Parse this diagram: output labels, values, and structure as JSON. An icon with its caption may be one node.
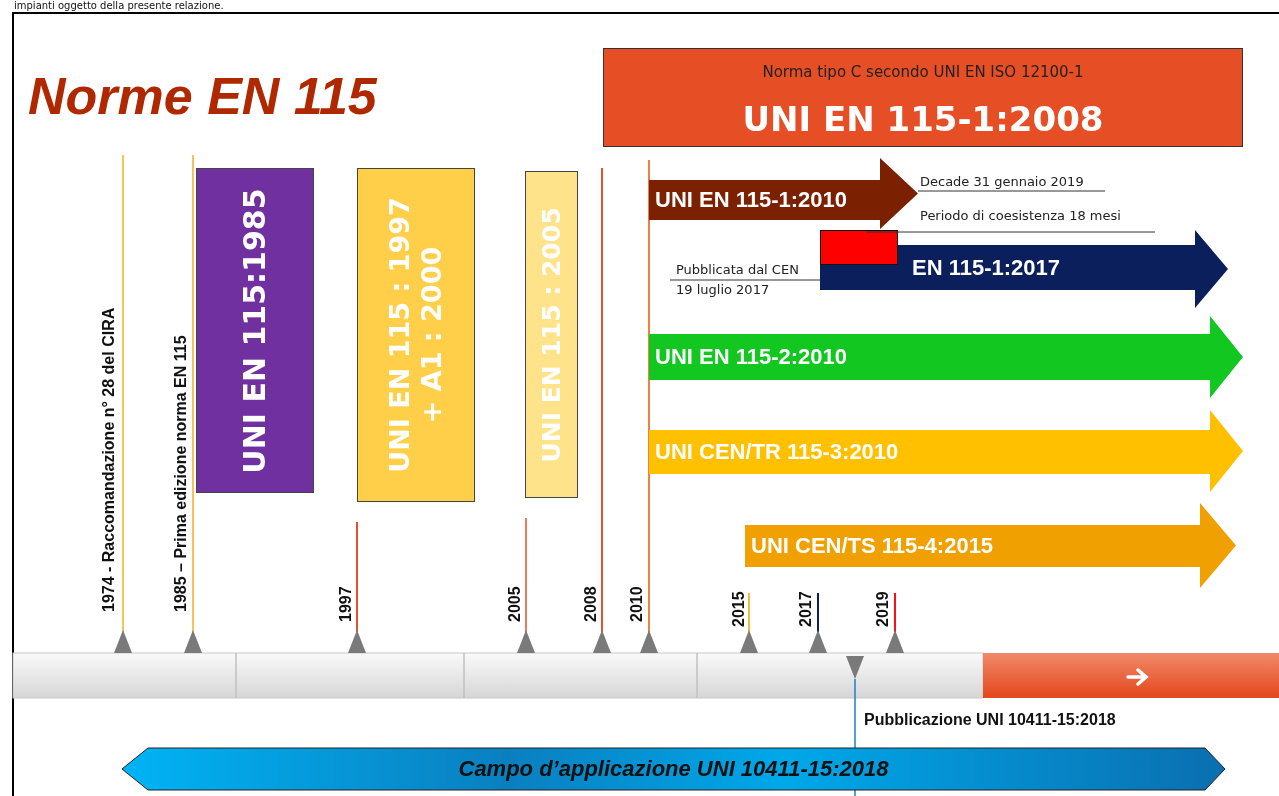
{
  "diagram": {
    "title": "Norme EN 115",
    "nodes": [
      {
        "text": [
          "Norma tipo C secondo UNI EN ISO 12100-1",
          "UNI EN 115-1:2008"
        ]
      },
      {
        "text": [
          "UNI EN 115:1985"
        ]
      },
      {
        "text": [
          "UNI EN 115 : 1997 + A1 : 2000"
        ]
      },
      {
        "text": [
          "UNI EN 115 : 2005"
        ]
      },
      {
        "text": [
          "UNI EN 115-1:2010"
        ]
      },
      {
        "text": [],
        "shape": "box",
        "in": 6
      },
      {
        "text": [
          "EN 115-1:2017"
        ]
      },
      {
        "text": [
          "UNI EN 115-2:2010"
        ]
      },
      {
        "text": [
          "UNI CEN/TR 115-3:2010"
        ]
      },
      {
        "text": [
          "UNI CEN/TS 115-4:2015"
        ]
      },
      {
        "text": [
          "Campo d’applicazione UNI 10411-15:2018"
        ]
      },
      {
        "text": [
          "Decade 31 gennaio 2019"
        ]
      },
      {
        "text": [
          "Periodo di coesistenza 18 mesi"
        ]
      },
      {
        "text": [
          "Pubblicata dal CEN 19 luglio 2017"
        ]
      }
    ],
    "edges": [
      {
        "from": 11,
        "to": 4,
        "arrow": "none"
      },
      {
        "from": 12,
        "to": 5,
        "arrow": "none"
      },
      {
        "from": 13,
        "to": 6,
        "arrow": "none"
      }
    ],
    "labels": [
      "impianti oggetto della presente relazione.",
      "1974 - Raccomandazione n° 28 del CIRA",
      "1985 – Prima edizione norma EN 115",
      "1997",
      "2005",
      "2008",
      "2010",
      "2015",
      "2017",
      "2019",
      "Pubblicazione UNI 10411-15:2018"
    ]
  }
}
